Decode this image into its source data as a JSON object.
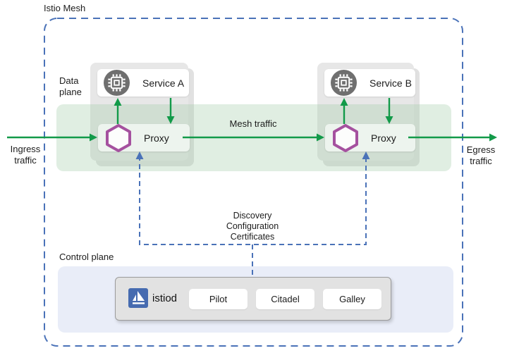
{
  "title": "Istio Mesh",
  "labels": {
    "data_plane": "Data\nplane",
    "control_plane": "Control plane",
    "ingress": "Ingress\ntraffic",
    "egress": "Egress\ntraffic",
    "mesh_traffic": "Mesh traffic",
    "control_channel": "Discovery\nConfiguration\nCertificates"
  },
  "nodes": {
    "service_a": {
      "label": "Service A",
      "icon": "chip-icon"
    },
    "service_b": {
      "label": "Service B",
      "icon": "chip-icon"
    },
    "proxy_a": {
      "label": "Proxy",
      "icon": "envoy-hexagon-icon"
    },
    "proxy_b": {
      "label": "Proxy",
      "icon": "envoy-hexagon-icon"
    }
  },
  "control_plane": {
    "istiod": {
      "label": "istiod",
      "icon": "istio-sail-icon",
      "components": [
        "Pilot",
        "Citadel",
        "Galley"
      ]
    }
  },
  "colors": {
    "arrow_green": "#129a49",
    "dashed_blue": "#4a72b8",
    "hexagon_purple": "#a5519f",
    "istio_blue": "#466bb0",
    "chip_circle_gray": "#6f6f6f",
    "data_plane_band": "#e1efe3",
    "proxy_card_bg": "#edf4ee",
    "group_gray": "#e7e7e7",
    "control_plane_bg": "#e9edf8",
    "istiod_box_bg": "#e2e2e2"
  }
}
